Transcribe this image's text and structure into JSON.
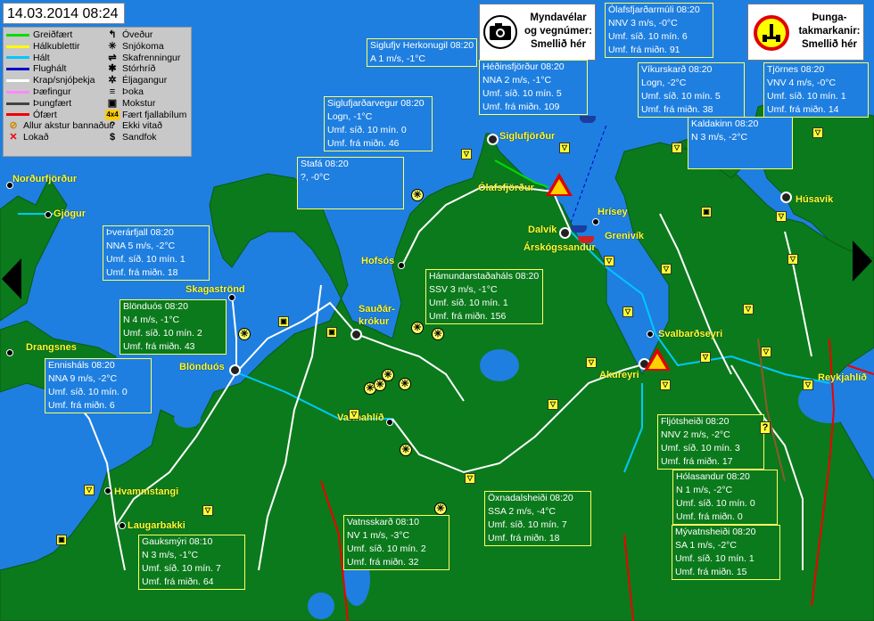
{
  "timestamp": "14.03.2014 08:24",
  "legend": {
    "lines": [
      {
        "label": "Greiðfært",
        "color": "#00dd00"
      },
      {
        "label": "Hálkublettir",
        "color": "#ffff00"
      },
      {
        "label": "Hált",
        "color": "#00c8ff"
      },
      {
        "label": "Flughált",
        "color": "#0000cc"
      },
      {
        "label": "Krap/snjóþekja",
        "color": "#ffffff"
      },
      {
        "label": "Þæfingur",
        "color": "#ff88ff"
      },
      {
        "label": "Þungfært",
        "color": "#444444"
      },
      {
        "label": "Ófært",
        "color": "#ee0000"
      },
      {
        "label": "Allur akstur bannaður",
        "symbol": "⊘"
      },
      {
        "label": "Lokað",
        "symbol": "✕"
      }
    ],
    "symbols": [
      {
        "label": "Óveður",
        "symbol": "↰"
      },
      {
        "label": "Snjókoma",
        "symbol": "✳"
      },
      {
        "label": "Skafrenningur",
        "symbol": "⇌"
      },
      {
        "label": "Stórhríð",
        "symbol": "✱"
      },
      {
        "label": "Éljagangur",
        "symbol": "✲"
      },
      {
        "label": "Þoka",
        "symbol": "≡"
      },
      {
        "label": "Mokstur",
        "symbol": "▣"
      },
      {
        "label": "Fært fjallabílum",
        "symbol": "4x4"
      },
      {
        "label": "Ekki vitað",
        "symbol": "?"
      },
      {
        "label": "Sandfok",
        "symbol": "$"
      }
    ]
  },
  "camera_box": {
    "line1": "Myndavélar",
    "line2": "og vegnúmer:",
    "line3": "Smellið hér"
  },
  "load_box": {
    "line1": "Þunga-",
    "line2": "takmarkanir:",
    "line3": "Smellið hér"
  },
  "stations": [
    {
      "id": "siglufjv-herkonugil",
      "lines": [
        "Siglufjv Herkonugil 08:20",
        "A 1 m/s, -1°C"
      ]
    },
    {
      "id": "hedinsfjordur",
      "lines": [
        "Héðinsfjörður 08:20",
        "NNA 2 m/s, -1°C",
        "Umf. síð. 10 mín. 5",
        "Umf. frá miðn. 109"
      ]
    },
    {
      "id": "olafsfjardarmuli",
      "lines": [
        "Ólafsfjarðarmúli 08:20",
        "NNV 3 m/s, -0°C",
        "Umf. síð. 10 mín. 6",
        "Umf. frá miðn. 91"
      ]
    },
    {
      "id": "vikurskard",
      "lines": [
        "Víkurskarð 08:20",
        "Logn, -2°C",
        "Umf. síð. 10 mín. 5",
        "Umf. frá miðn. 38"
      ]
    },
    {
      "id": "tjornes",
      "lines": [
        "Tjörnes 08:20",
        "VNV 4 m/s, -0°C",
        "Umf. síð. 10 mín. 1",
        "Umf. frá miðn. 14"
      ]
    },
    {
      "id": "siglufjardarvegur",
      "lines": [
        "Siglufjarðarvegur 08:20",
        "Logn, -1°C",
        "Umf. síð. 10 mín. 0",
        "Umf. frá miðn. 46"
      ]
    },
    {
      "id": "kaldakinn",
      "lines": [
        "Kaldakinn 08:20",
        "N 3 m/s, -2°C"
      ]
    },
    {
      "id": "stafa",
      "lines": [
        "Stafá 08:20",
        "?, -0°C"
      ]
    },
    {
      "id": "thverarfjall",
      "lines": [
        "Þverárfjall 08:20",
        "NNA 5 m/s, -2°C",
        "Umf. síð. 10 mín. 1",
        "Umf. frá miðn. 18"
      ]
    },
    {
      "id": "hamundarstadahals",
      "lines": [
        "Hámundarstaðaháls 08:20",
        "SSV 3 m/s, -1°C",
        "Umf. síð. 10 mín. 1",
        "Umf. frá miðn. 156"
      ]
    },
    {
      "id": "blonduos",
      "lines": [
        "Blönduós 08:20",
        "N 4 m/s, -1°C",
        "Umf. síð. 10 mín. 2",
        "Umf. frá miðn. 43"
      ]
    },
    {
      "id": "ennishals",
      "lines": [
        "Ennisháls 08:20",
        "NNA 9 m/s, -2°C",
        "Umf. síð. 10 mín. 0",
        "Umf. frá miðn. 6"
      ]
    },
    {
      "id": "fljotsheidi",
      "lines": [
        "Fljótsheiði 08:20",
        "NNV 2 m/s, -2°C",
        "Umf. síð. 10 mín. 3",
        "Umf. frá miðn. 17"
      ]
    },
    {
      "id": "holasandur",
      "lines": [
        "Hólasandur 08:20",
        "N 1 m/s, -2°C",
        "Umf. síð. 10 mín. 0",
        "Umf. frá miðn. 0"
      ]
    },
    {
      "id": "oxnadalsheidi",
      "lines": [
        "Öxnadalsheiði 08:20",
        "SSA 2 m/s, -4°C",
        "Umf. síð. 10 mín. 7",
        "Umf. frá miðn. 18"
      ]
    },
    {
      "id": "vatnsskard",
      "lines": [
        "Vatnsskarð 08:10",
        "NV 1 m/s, -3°C",
        "Umf. síð. 10 mín. 2",
        "Umf. frá miðn. 32"
      ]
    },
    {
      "id": "gauksmyri",
      "lines": [
        "Gauksmýri 08:10",
        "N 3 m/s, -1°C",
        "Umf. síð. 10 mín. 7",
        "Umf. frá miðn. 64"
      ]
    },
    {
      "id": "myvatnsheidi",
      "lines": [
        "Mývatnsheiði 08:20",
        "SA 1 m/s, -2°C",
        "Umf. síð. 10 mín. 1",
        "Umf. frá miðn. 15"
      ]
    }
  ],
  "towns": [
    {
      "id": "siglufjordur",
      "name": "Siglufjörður"
    },
    {
      "id": "olafsfjordur",
      "name": "Ólafsfjörður"
    },
    {
      "id": "dalvik",
      "name": "Dalvík"
    },
    {
      "id": "hrisey",
      "name": "Hrísey"
    },
    {
      "id": "arskogssandur",
      "name": "Árskógssandur"
    },
    {
      "id": "grenivik",
      "name": "Grenivík"
    },
    {
      "id": "husavik",
      "name": "Húsavík"
    },
    {
      "id": "nordurfjordur",
      "name": "Norðurfjörður"
    },
    {
      "id": "gjogur",
      "name": "Gjögur"
    },
    {
      "id": "hofsos",
      "name": "Hofsós"
    },
    {
      "id": "skagastrond",
      "name": "Skagaströnd"
    },
    {
      "id": "saudarkrokur",
      "name": "Sauðár-\nkrókur"
    },
    {
      "id": "drangsnes",
      "name": "Drangsnes"
    },
    {
      "id": "blonduos-town",
      "name": "Blönduós"
    },
    {
      "id": "svalbardseyri",
      "name": "Svalbarðseyri"
    },
    {
      "id": "akureyri",
      "name": "Akureyri"
    },
    {
      "id": "reykjahlid",
      "name": "Reykjahlíð"
    },
    {
      "id": "varmahlid",
      "name": "Varmahlíð"
    },
    {
      "id": "hvammstangi",
      "name": "Hvammstangi"
    },
    {
      "id": "laugarbakki",
      "name": "Laugarbakki"
    }
  ]
}
